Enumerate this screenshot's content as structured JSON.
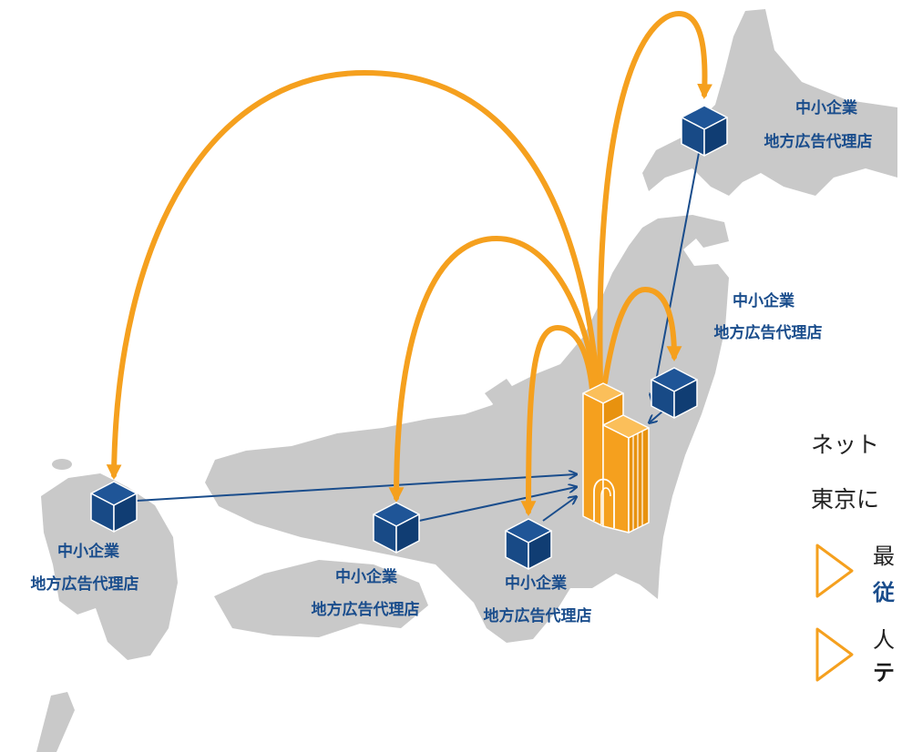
{
  "colors": {
    "accent": "#f5a01e",
    "primary": "#1a4d8c",
    "map": "#c9c9c9"
  },
  "nodes": [
    {
      "line1": "中小企業",
      "line2": "地方広告代理店"
    },
    {
      "line1": "中小企業",
      "line2": "地方広告代理店"
    },
    {
      "line1": "中小企業",
      "line2": "地方広告代理店"
    },
    {
      "line1": "中小企業",
      "line2": "地方広告代理店"
    },
    {
      "line1": "中小企業",
      "line2": "地方広告代理店"
    }
  ],
  "center_icon": "building-icon",
  "node_icon": "cube-icon",
  "side_text": {
    "line1": "ネット",
    "line2": "東京に",
    "bullet1_line1": "最",
    "bullet1_line2": "従",
    "bullet2_line1": "人",
    "bullet2_line2": "テ"
  }
}
